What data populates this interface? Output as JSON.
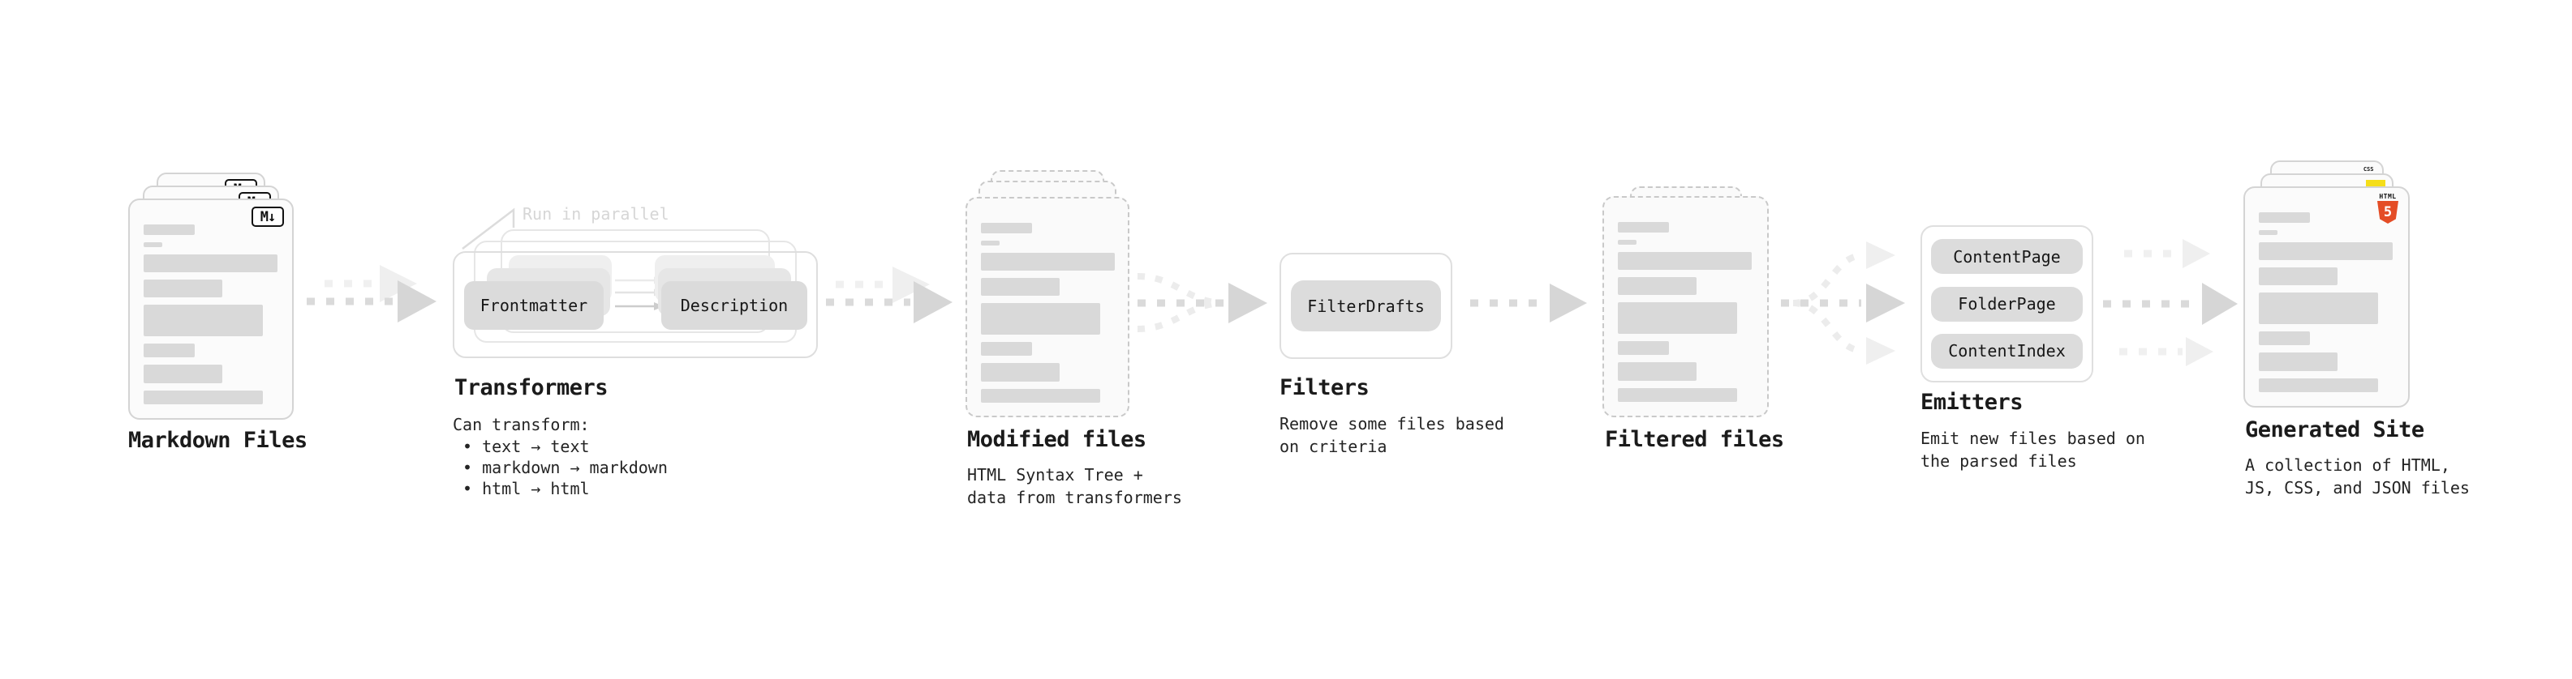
{
  "diagram": {
    "markdown": {
      "title": "Markdown Files",
      "badge": "M↓"
    },
    "transformers": {
      "parallel_note": "Run in parallel",
      "frontmatter": "Frontmatter",
      "description": "Description",
      "title": "Transformers",
      "heading": "Can transform:",
      "bullets": [
        "• text → text",
        "• markdown → markdown",
        "• html → html"
      ]
    },
    "modified": {
      "title": "Modified files",
      "caption": "HTML Syntax Tree +\ndata from transformers"
    },
    "filters": {
      "title": "Filters",
      "button": "FilterDrafts",
      "caption": "Remove some files based\non criteria"
    },
    "filtered": {
      "title": "Filtered files"
    },
    "emitters": {
      "title": "Emitters",
      "buttons": [
        "ContentPage",
        "FolderPage",
        "ContentIndex"
      ],
      "caption": "Emit new files based on\nthe parsed files"
    },
    "generated": {
      "title": "Generated Site",
      "caption": "A collection of HTML,\nJS, CSS, and JSON files",
      "html_badge_word": "HTML",
      "html_badge_number": "5",
      "css_badge": "CSS"
    }
  },
  "doc_bars": [
    {
      "w": 63,
      "h": 13
    },
    {
      "w": 23,
      "h": 6
    },
    {
      "w": 165,
      "h": 22
    },
    {
      "w": 97,
      "h": 22
    },
    {
      "w": 147,
      "h": 39
    },
    {
      "w": 63,
      "h": 17
    },
    {
      "w": 97,
      "h": 23
    },
    {
      "w": 147,
      "h": 17
    }
  ],
  "colors": {
    "text": "#1b1b1b",
    "node_fill": "#dcdcdc",
    "bar_fill": "#d9d9d9",
    "arrow_dark": "#d6d6d6",
    "arrow_light": "#efefef",
    "muted_note": "#d6d6d6",
    "html5_orange": "#e44d26",
    "js_yellow": "#f5de19",
    "css_blue": "#2962ff"
  }
}
